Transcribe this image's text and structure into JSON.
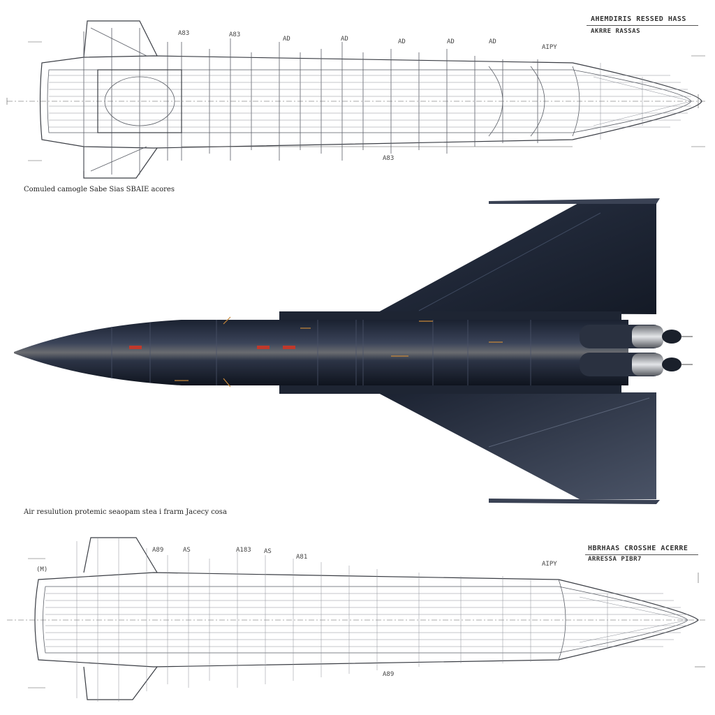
{
  "top_view": {
    "title_line1": "AHEMDIRIS RESSED HASS",
    "title_line2": "AKRRE RASSAS",
    "caption": "Comuled camogle Sabe Sias SBAIE acores",
    "dim_labels": [
      "A83",
      "A83",
      "AD",
      "AD",
      "AD",
      "AD",
      "AD",
      "AIPY",
      "A83"
    ]
  },
  "render_view": {
    "caption": "Air resulution protemic seaopam stea i frarm Jacecy cosa",
    "colors": {
      "hull": "#2a3346",
      "hull_dark": "#151b28",
      "wing": "#232b3d",
      "accent": "#c8883a",
      "marker": "#c0392b",
      "nozzle": "#b9bcc2"
    }
  },
  "bottom_view": {
    "title_line1": "HBRHAAS CROSSHE ACERRE",
    "title_line2": "ARRESSA PIBR7",
    "dim_labels": [
      "(M)",
      "A89",
      "AS",
      "A183",
      "AS",
      "A81",
      "AIPY",
      "A89"
    ]
  }
}
